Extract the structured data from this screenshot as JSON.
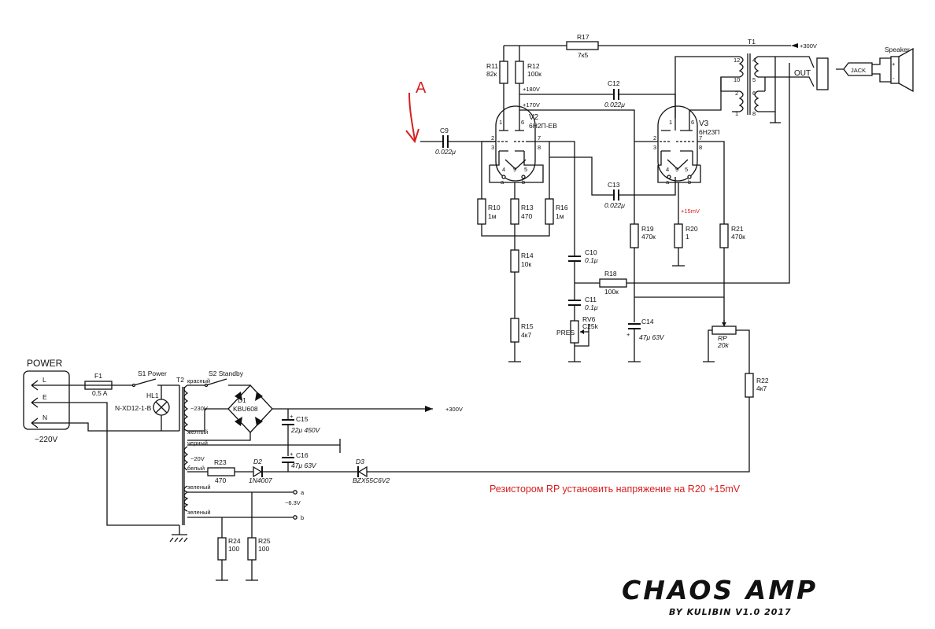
{
  "components": {
    "R10": {
      "ref": "R10",
      "value": "1м"
    },
    "R11": {
      "ref": "R11",
      "value": "82к"
    },
    "R12": {
      "ref": "R12",
      "value": "100к"
    },
    "R13": {
      "ref": "R13",
      "value": "470"
    },
    "R14": {
      "ref": "R14",
      "value": "10к"
    },
    "R15": {
      "ref": "R15",
      "value": "4к7"
    },
    "R16": {
      "ref": "R16",
      "value": "1м"
    },
    "R17": {
      "ref": "R17",
      "value": "7к5"
    },
    "R18": {
      "ref": "R18",
      "value": "100к"
    },
    "R19": {
      "ref": "R19",
      "value": "470к"
    },
    "R20": {
      "ref": "R20",
      "value": "1"
    },
    "R21": {
      "ref": "R21",
      "value": "470к"
    },
    "R22": {
      "ref": "R22",
      "value": "4к7"
    },
    "R23": {
      "ref": "R23",
      "value": "470"
    },
    "R24": {
      "ref": "R24",
      "value": "100"
    },
    "R25": {
      "ref": "R25",
      "value": "100"
    },
    "C9": {
      "ref": "C9",
      "value": "0.022μ"
    },
    "C10": {
      "ref": "C10",
      "value": "0.1μ"
    },
    "C11": {
      "ref": "C11",
      "value": "0.1μ"
    },
    "C12": {
      "ref": "C12",
      "value": "0.022μ"
    },
    "C13": {
      "ref": "C13",
      "value": "0.022μ"
    },
    "C14": {
      "ref": "C14",
      "value": "47μ 63V"
    },
    "C15": {
      "ref": "C15",
      "value": "22μ 450V"
    },
    "C16": {
      "ref": "C16",
      "value": "47μ 63V"
    },
    "RV6": {
      "ref": "RV6",
      "value": "C25k",
      "label": "PRES"
    },
    "RP": {
      "ref": "RP",
      "value": "20k"
    },
    "V2": {
      "ref": "V2",
      "value": "6Н2П-ЕВ"
    },
    "V3": {
      "ref": "V3",
      "value": "6Н23П"
    },
    "T1": {
      "ref": "T1"
    },
    "T2": {
      "ref": "T2"
    },
    "F1": {
      "ref": "F1",
      "value": "0,5 A"
    },
    "S1": {
      "ref": "S1 Power"
    },
    "S2": {
      "ref": "S2  Standby"
    },
    "HL1": {
      "ref": "HL1",
      "value": "N-XD12-1-B"
    },
    "D1": {
      "ref": "D1",
      "value": "KBU608"
    },
    "D2": {
      "ref": "D2",
      "value": "1N4007"
    },
    "D3": {
      "ref": "D3",
      "value": "BZX55C6V2"
    }
  },
  "nets": {
    "plus300_top": "+300V",
    "plus300_ps": "+300V",
    "plus180": "+180V",
    "plus170": "+170V",
    "plus15mv": "+15mV"
  },
  "winding_labels": {
    "red": "красный",
    "yellow": "желтый",
    "black": "черный",
    "white": "белый",
    "green1": "зеленый",
    "green2": "зеленый",
    "v230": "~230V",
    "v20": "~20V",
    "v63": "~6.3V",
    "a": "a",
    "b": "b"
  },
  "tube_pins": {
    "a": "a",
    "b": "b",
    "p1": "1",
    "p2": "2",
    "p3": "3",
    "p4": "4",
    "p5": "5",
    "p6": "6",
    "p7": "7",
    "p8": "8",
    "p9": "9",
    "q1": "1",
    "q2": "2",
    "q3": "3",
    "q4": "4",
    "q5": "5",
    "q6": "6",
    "q7": "7",
    "q8": "8",
    "q9": "9"
  },
  "transformer_pins": {
    "t12": "12",
    "t10": "10",
    "t2": "2",
    "t1": "1",
    "t4": "4",
    "t5": "5",
    "t6": "6",
    "t8": "8"
  },
  "power_block": {
    "title": "POWER",
    "L": "L",
    "E": "E",
    "N": "N",
    "voltage": "~220V"
  },
  "output": {
    "out_label": "OUT",
    "jack_label": "JACK",
    "speaker_label": "Speaker",
    "plus": "+",
    "minus": "-"
  },
  "input_marker": "A",
  "instruction": "Резистором RP установить напряжение на R20 +15mV",
  "title": {
    "main": "CHAOS AMP",
    "sub": "BY KULIBIN  V1.0  2017"
  }
}
